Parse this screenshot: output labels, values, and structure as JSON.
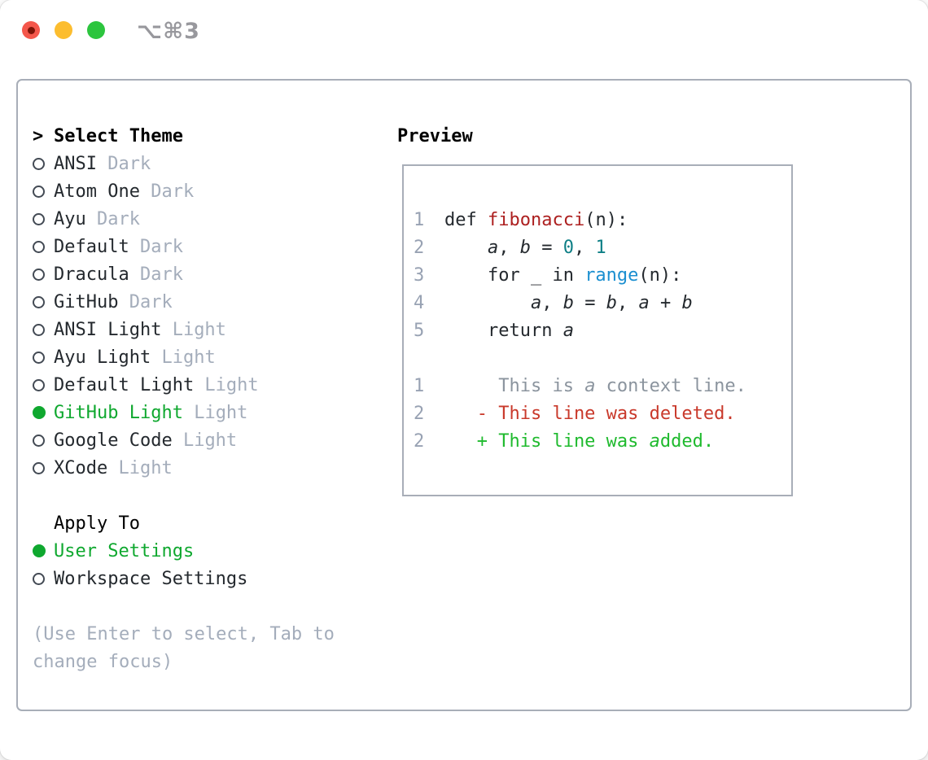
{
  "chrome": {
    "title": "⌥⌘3",
    "buttons": [
      "close",
      "minimize",
      "zoom"
    ]
  },
  "theme_panel": {
    "prompt": ">",
    "header": "Select Theme",
    "themes": [
      {
        "name": "ANSI",
        "badge": "Dark",
        "selected": false
      },
      {
        "name": "Atom One",
        "badge": "Dark",
        "selected": false
      },
      {
        "name": "Ayu",
        "badge": "Dark",
        "selected": false
      },
      {
        "name": "Default",
        "badge": "Dark",
        "selected": false
      },
      {
        "name": "Dracula",
        "badge": "Dark",
        "selected": false
      },
      {
        "name": "GitHub",
        "badge": "Dark",
        "selected": false
      },
      {
        "name": "ANSI Light",
        "badge": "Light",
        "selected": false
      },
      {
        "name": "Ayu Light",
        "badge": "Light",
        "selected": false
      },
      {
        "name": "Default Light",
        "badge": "Light",
        "selected": false
      },
      {
        "name": "GitHub Light",
        "badge": "Light",
        "selected": true
      },
      {
        "name": "Google Code",
        "badge": "Light",
        "selected": false
      },
      {
        "name": "XCode",
        "badge": "Light",
        "selected": false
      }
    ],
    "apply_header": "Apply To",
    "apply_options": [
      {
        "name": "User Settings",
        "selected": true
      },
      {
        "name": "Workspace Settings",
        "selected": false
      }
    ],
    "hint_lines": [
      "(Use Enter to select, Tab to",
      "change focus)"
    ]
  },
  "preview": {
    "title": "Preview",
    "lines": [
      {
        "ln": "1",
        "segs": [
          [
            "def ",
            "k"
          ],
          [
            "fibonacci",
            "fn"
          ],
          [
            "(n):",
            "p"
          ]
        ]
      },
      {
        "ln": "2",
        "segs": [
          [
            "    ",
            "p"
          ],
          [
            "a",
            "v"
          ],
          [
            ", ",
            "p"
          ],
          [
            "b",
            "v"
          ],
          [
            " = ",
            "p"
          ],
          [
            "0",
            "n"
          ],
          [
            ", ",
            "p"
          ],
          [
            "1",
            "n"
          ]
        ]
      },
      {
        "ln": "3",
        "segs": [
          [
            "    for _ in ",
            "p"
          ],
          [
            "range",
            "c"
          ],
          [
            "(n):",
            "p"
          ]
        ]
      },
      {
        "ln": "4",
        "segs": [
          [
            "        ",
            "p"
          ],
          [
            "a",
            "v"
          ],
          [
            ", ",
            "p"
          ],
          [
            "b",
            "v"
          ],
          [
            " = ",
            "p"
          ],
          [
            "b",
            "v"
          ],
          [
            ", ",
            "p"
          ],
          [
            "a",
            "v"
          ],
          [
            " + ",
            "p"
          ],
          [
            "b",
            "v"
          ]
        ]
      },
      {
        "ln": "5",
        "segs": [
          [
            "    return ",
            "p"
          ],
          [
            "a",
            "v"
          ]
        ]
      },
      {
        "ln": "",
        "segs": []
      },
      {
        "ln": "1",
        "segs": [
          [
            "     This is ",
            "x"
          ],
          [
            "a",
            "xv"
          ],
          [
            " context line.",
            "x"
          ]
        ]
      },
      {
        "ln": "2",
        "segs": [
          [
            "   - This line was deleted.",
            "d"
          ]
        ]
      },
      {
        "ln": "2",
        "segs": [
          [
            "   + This line was ",
            "a"
          ],
          [
            "a",
            "av"
          ],
          [
            "dded.",
            "a"
          ]
        ]
      }
    ]
  },
  "colors": {
    "accent_green": "#0fa82f",
    "added_green": "#1fba2e",
    "deleted_red": "#c9392b",
    "function_red": "#ad2020",
    "number_teal": "#0e7f86",
    "call_blue": "#1b8fd0",
    "muted_gray": "#a4adbb",
    "text_dark": "#24292e",
    "border_gray": "#a8aeb8"
  }
}
